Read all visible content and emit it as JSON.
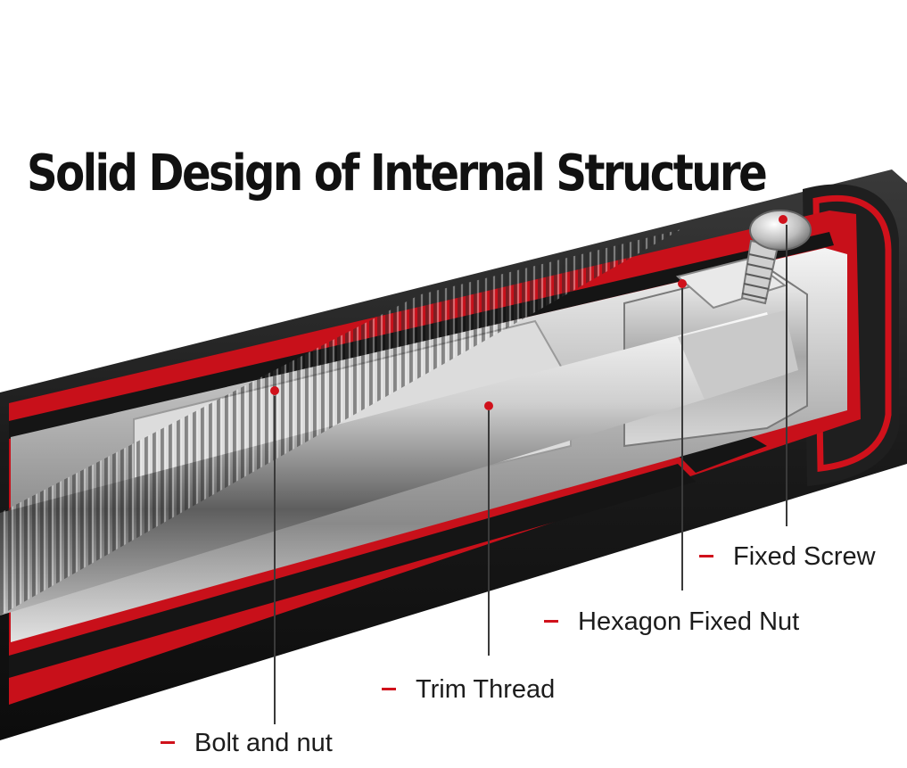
{
  "title": "Solid Design of Internal Structure",
  "colors": {
    "accent": "#d0111b",
    "sleeve": "#1c1c1c",
    "steel_light": "#eaeaea",
    "steel_dark": "#6a6a6a",
    "text": "#111111"
  },
  "callouts": [
    {
      "label": "Fixed Screw"
    },
    {
      "label": "Hexagon Fixed Nut"
    },
    {
      "label": "Trim Thread"
    },
    {
      "label": "Bolt and nut"
    }
  ]
}
